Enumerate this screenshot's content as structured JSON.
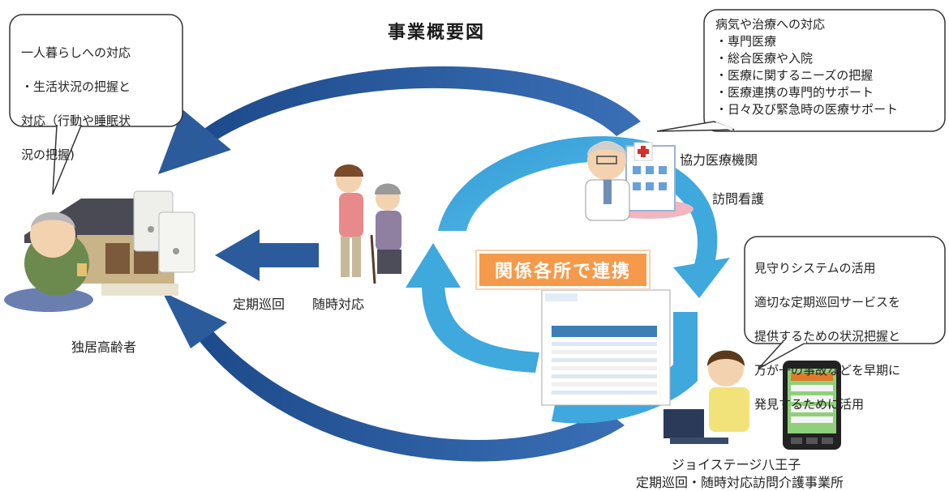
{
  "title": "事業概要図",
  "center_label": "関係各所で連携",
  "callout_left": {
    "line1": "一人暮らしへの対応",
    "line2": "・生活状況の把握と",
    "line3": "対応（行動や睡眠状",
    "line4": "況の把握)"
  },
  "callout_medical": {
    "heading": "病気や治療への対応",
    "items": [
      "専門医療",
      "総合医療や入院",
      "医療に関するニーズの把握",
      "医療連携の専門的サポート",
      "日々及び緊急時の医療サポート"
    ]
  },
  "callout_system": {
    "line1": "見守りシステムの活用",
    "line2": "適切な定期巡回サービスを",
    "line3": "提供するための状況把握と",
    "line4": "万が一の事故などを早期に",
    "line5": "発見するために活用"
  },
  "labels": {
    "elderly": "独居高齢者",
    "hospital": "協力医療機関",
    "nursing": "訪問看護",
    "patrol": "定期巡回",
    "on_demand": "随時対応",
    "office_name": "ジョイステージ八王子",
    "office_desc": "定期巡回・随時対応訪問介護事業所"
  },
  "colors": {
    "dark_arrow": "#2c5b9c",
    "light_arrow": "#3fa8dc",
    "center_box": "#f59a4a"
  }
}
